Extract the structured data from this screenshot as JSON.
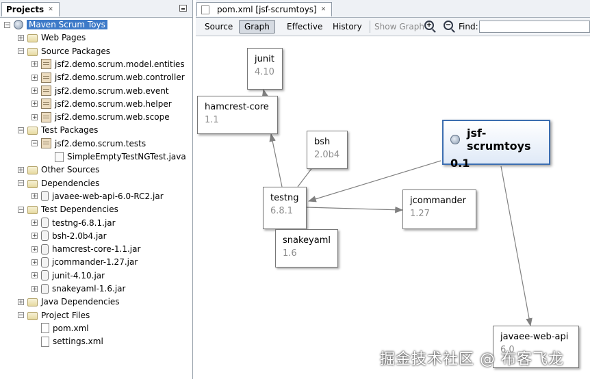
{
  "projects_panel": {
    "tab_label": "Projects",
    "tree": [
      {
        "label": "Maven Scrum Toys",
        "toggle": "−",
        "icon": "globe",
        "level": 0,
        "selected": true
      },
      {
        "label": "Web Pages",
        "toggle": "+",
        "icon": "folder",
        "level": 1
      },
      {
        "label": "Source Packages",
        "toggle": "−",
        "icon": "folder",
        "level": 1
      },
      {
        "label": "jsf2.demo.scrum.model.entities",
        "toggle": "+",
        "icon": "pkg",
        "level": 2
      },
      {
        "label": "jsf2.demo.scrum.web.controller",
        "toggle": "+",
        "icon": "pkg",
        "level": 2
      },
      {
        "label": "jsf2.demo.scrum.web.event",
        "toggle": "+",
        "icon": "pkg",
        "level": 2
      },
      {
        "label": "jsf2.demo.scrum.web.helper",
        "toggle": "+",
        "icon": "pkg",
        "level": 2
      },
      {
        "label": "jsf2.demo.scrum.web.scope",
        "toggle": "+",
        "icon": "pkg",
        "level": 2
      },
      {
        "label": "Test Packages",
        "toggle": "−",
        "icon": "folder",
        "level": 1
      },
      {
        "label": "jsf2.demo.scrum.tests",
        "toggle": "−",
        "icon": "pkg",
        "level": 2
      },
      {
        "label": "SimpleEmptyTestNGTest.java",
        "toggle": "",
        "icon": "java",
        "level": 3
      },
      {
        "label": "Other Sources",
        "toggle": "+",
        "icon": "folder",
        "level": 1
      },
      {
        "label": "Dependencies",
        "toggle": "−",
        "icon": "folder",
        "level": 1
      },
      {
        "label": "javaee-web-api-6.0-RC2.jar",
        "toggle": "+",
        "icon": "jar",
        "level": 2
      },
      {
        "label": "Test Dependencies",
        "toggle": "−",
        "icon": "folder",
        "level": 1
      },
      {
        "label": "testng-6.8.1.jar",
        "toggle": "+",
        "icon": "jar",
        "level": 2
      },
      {
        "label": "bsh-2.0b4.jar",
        "toggle": "+",
        "icon": "jar",
        "level": 2
      },
      {
        "label": "hamcrest-core-1.1.jar",
        "toggle": "+",
        "icon": "jar",
        "level": 2
      },
      {
        "label": "jcommander-1.27.jar",
        "toggle": "+",
        "icon": "jar",
        "level": 2
      },
      {
        "label": "junit-4.10.jar",
        "toggle": "+",
        "icon": "jar",
        "level": 2
      },
      {
        "label": "snakeyaml-1.6.jar",
        "toggle": "+",
        "icon": "jar",
        "level": 2
      },
      {
        "label": "Java Dependencies",
        "toggle": "+",
        "icon": "folder",
        "level": 1
      },
      {
        "label": "Project Files",
        "toggle": "−",
        "icon": "folder",
        "level": 1
      },
      {
        "label": "pom.xml",
        "toggle": "",
        "icon": "file",
        "level": 2
      },
      {
        "label": "settings.xml",
        "toggle": "",
        "icon": "file",
        "level": 2
      }
    ]
  },
  "editor": {
    "tab_label": "pom.xml [jsf-scrumtoys]",
    "toolbar": {
      "source": "Source",
      "graph": "Graph",
      "effective": "Effective",
      "history": "History",
      "show_graph": "Show Graph",
      "find_label": "Find:",
      "find_value": ""
    }
  },
  "graph": {
    "nodes": [
      {
        "id": "junit",
        "name": "junit",
        "version": "4.10"
      },
      {
        "id": "hamcrest",
        "name": "hamcrest-core",
        "version": "1.1"
      },
      {
        "id": "bsh",
        "name": "bsh",
        "version": "2.0b4"
      },
      {
        "id": "jsf",
        "name": "jsf-scrumtoys",
        "version": "0.1",
        "main": true
      },
      {
        "id": "testng",
        "name": "testng",
        "version": "6.8.1"
      },
      {
        "id": "jcommander",
        "name": "jcommander",
        "version": "1.27"
      },
      {
        "id": "snakeyaml",
        "name": "snakeyaml",
        "version": "1.6"
      },
      {
        "id": "javaee",
        "name": "javaee-web-api",
        "version": "6.0"
      }
    ]
  },
  "watermark": "掘金技术社区 @ 布客飞龙"
}
